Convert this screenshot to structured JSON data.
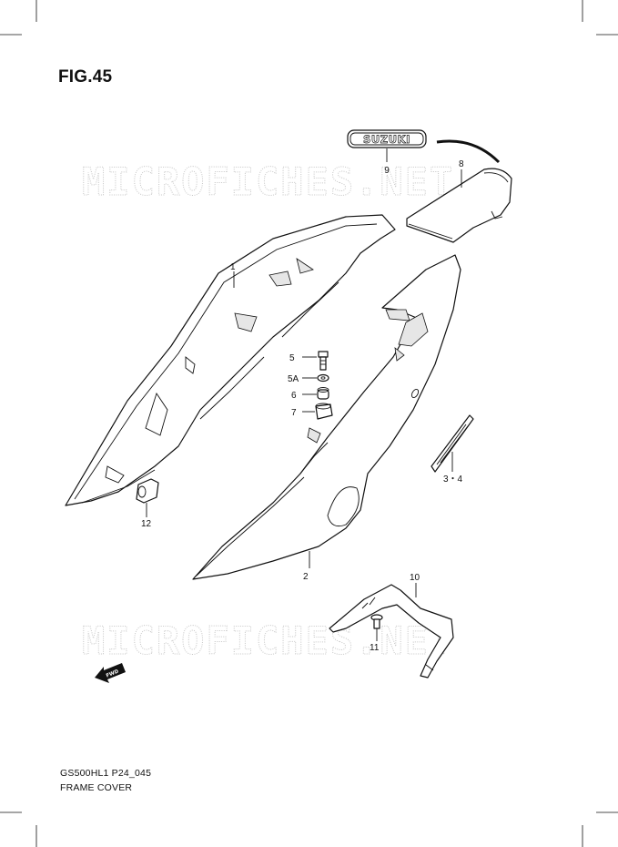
{
  "figure": {
    "title": "FIG.45",
    "code": "GS500HL1 P24_045",
    "name": "FRAME COVER",
    "watermark": "MICROFICHES.NET",
    "emblem_text": "SUZUKI",
    "fwd_label": "FWD",
    "callouts": {
      "c1": "1",
      "c2": "2",
      "c34": "3・4",
      "c5": "5",
      "c5a": "5A",
      "c6": "6",
      "c7": "7",
      "c8": "8",
      "c9": "9",
      "c10": "10",
      "c11": "11",
      "c12": "12"
    }
  }
}
